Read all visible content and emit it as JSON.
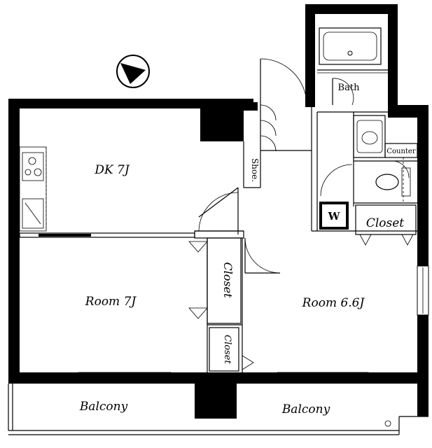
{
  "labels": {
    "dk": "DK 7J",
    "room_left": "Room 7J",
    "room_right": "Room 6.6J",
    "bath": "Bath",
    "shoe": "Shoe.",
    "counter": "Counter",
    "washer": "W",
    "closet_right": "Closet",
    "closet_mid": "Closet",
    "closet_small": "Closet",
    "balcony_left": "Balcony",
    "balcony_right": "Balcony"
  },
  "icons": {
    "north": "north-arrow-icon",
    "stove": "stove-burner-icon",
    "sink": "sink-icon",
    "bathtub": "bathtub-icon",
    "toilet": "toilet-icon",
    "washbasin": "washbasin-icon"
  },
  "colors": {
    "wall": "#000000",
    "background": "#ffffff"
  }
}
